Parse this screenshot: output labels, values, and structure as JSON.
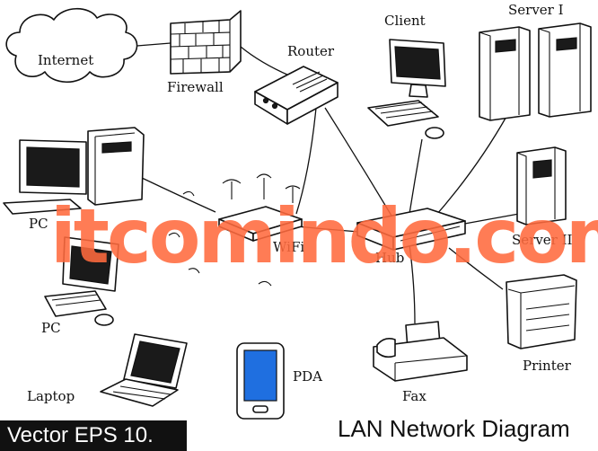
{
  "nodes": {
    "internet": "Internet",
    "firewall": "Firewall",
    "router": "Router",
    "client": "Client",
    "server1": "Server I",
    "server2": "Server II",
    "pc_top": "PC",
    "pc_bottom": "PC",
    "wifi": "WiFi",
    "hub": "Hub",
    "printer": "Printer",
    "laptop": "Laptop",
    "pda": "PDA",
    "fax": "Fax"
  },
  "watermark": "itcomindo.com",
  "footer": {
    "left": "Vector EPS 10.",
    "right": "LAN Network Diagram"
  },
  "colors": {
    "ink": "#111111",
    "watermark": "#ff6a3d",
    "pda_screen": "#1f6fe0"
  }
}
